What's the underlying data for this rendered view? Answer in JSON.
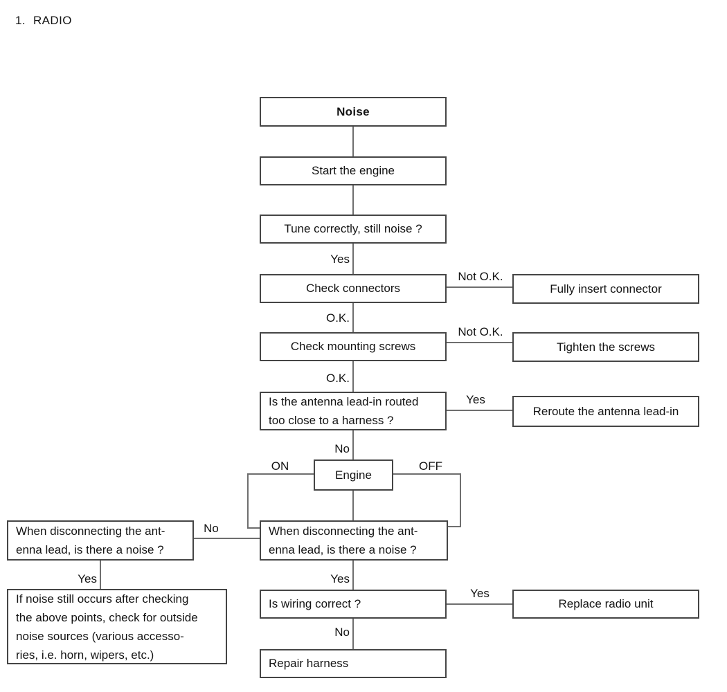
{
  "title": {
    "number": "1.",
    "text": "RADIO"
  },
  "colors": {
    "background": "#ffffff",
    "box_border": "#454545",
    "connector_line": "#6e6e6e",
    "text": "#141414"
  },
  "diagram": {
    "nodes": {
      "noise": "Noise",
      "start_engine": "Start the engine",
      "tune": "Tune correctly, still noise ?",
      "check_connectors": "Check connectors",
      "fully_insert": "Fully insert connector",
      "check_screws": "Check mounting screws",
      "tighten_screws": "Tighten the screws",
      "antenna": "Is the antenna lead-in routed\ntoo close to a harness ?",
      "reroute": "Reroute the antenna lead-in",
      "engine": "Engine",
      "when_left": "When disconnecting the ant-\nenna lead, is there a noise ?",
      "when_center": "When disconnecting  the ant-\nenna lead, is there a noise ?",
      "if_noise": "If noise still occurs after checking\nthe above points, check for outside\nnoise sources (various accesso-\nries, i.e. horn, wipers, etc.)",
      "wiring": "Is wiring correct ?",
      "replace_radio": "Replace radio unit",
      "repair_harness": "Repair harness"
    },
    "edge_labels": {
      "yes_tune": "Yes",
      "not_ok_connectors": "Not O.K.",
      "ok_connectors": "O.K.",
      "not_ok_screws": "Not O.K.",
      "ok_screws": "O.K.",
      "yes_antenna": "Yes",
      "no_antenna": "No",
      "engine_on": "ON",
      "engine_off": "OFF",
      "no_when": "No",
      "yes_when_left": "Yes",
      "yes_when_center": "Yes",
      "yes_wiring": "Yes",
      "no_wiring": "No"
    }
  }
}
